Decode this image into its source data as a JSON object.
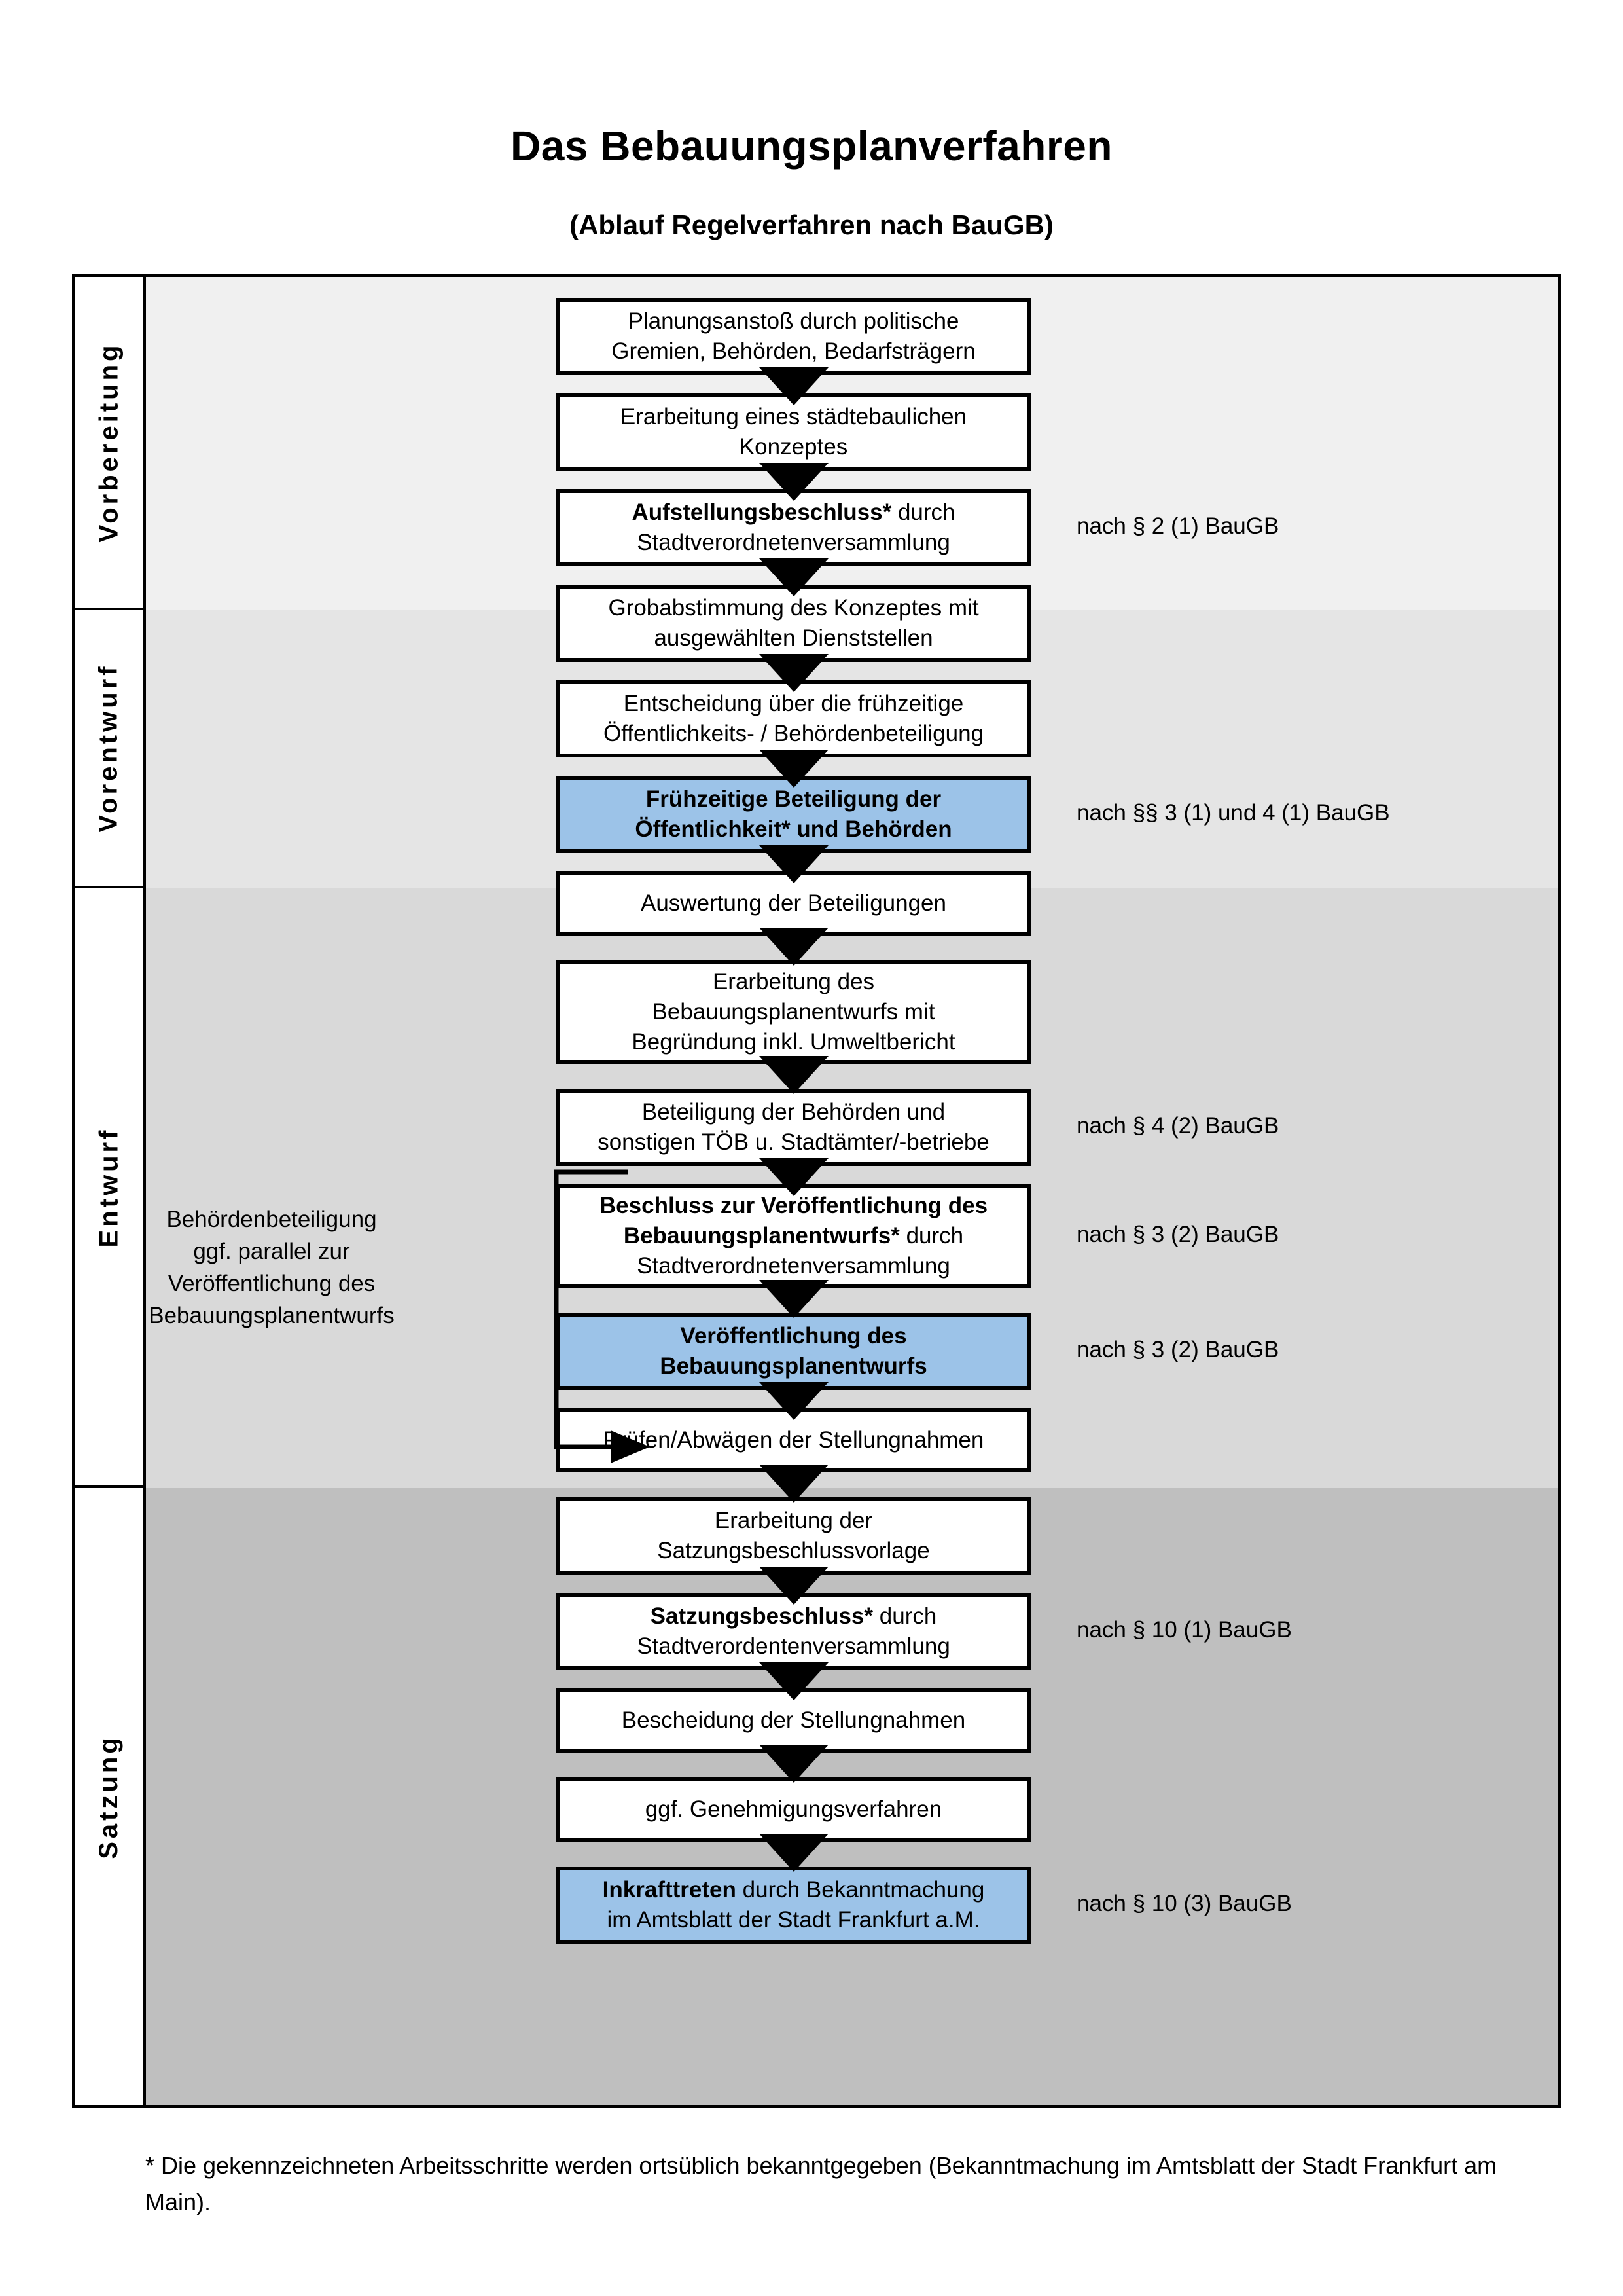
{
  "header": {
    "title": "Das Bebauungsplanverfahren",
    "subtitle": "(Ablauf Regelverfahren nach BauGB)"
  },
  "phases": [
    {
      "id": "vorbereitung",
      "label": "Vorbereitung",
      "background": "#F0F0F0"
    },
    {
      "id": "vorentwurf",
      "label": "Vorentwurf",
      "background": "#E5E5E5"
    },
    {
      "id": "entwurf",
      "label": "Entwurf",
      "background": "#D9D9D9"
    },
    {
      "id": "satzung",
      "label": "Satzung",
      "background": "#BFBFBF"
    }
  ],
  "steps": [
    {
      "id": "step-1",
      "phase": "vorbereitung",
      "highlight": false,
      "lines": [
        {
          "text": "Planungsanstoß durch politische",
          "bold": false
        },
        {
          "text": "Gremien, Behörden, Bedarfsträgern",
          "bold": false
        }
      ]
    },
    {
      "id": "step-2",
      "phase": "vorbereitung",
      "highlight": false,
      "lines": [
        {
          "text": "Erarbeitung eines städtebaulichen",
          "bold": false
        },
        {
          "text": "Konzeptes",
          "bold": false
        }
      ]
    },
    {
      "id": "step-3",
      "phase": "vorbereitung",
      "highlight": false,
      "lines": [
        {
          "text": "Aufstellungsbeschluss* durch",
          "bold": true,
          "mixed": "Aufstellungsbeschluss*| durch"
        },
        {
          "text": "Stadtverordnetenversammlung",
          "bold": false
        }
      ]
    },
    {
      "id": "step-4",
      "phase": "vorentwurf",
      "highlight": false,
      "lines": [
        {
          "text": "Grobabstimmung des Konzeptes mit",
          "bold": false
        },
        {
          "text": "ausgewählten Dienststellen",
          "bold": false
        }
      ]
    },
    {
      "id": "step-5",
      "phase": "vorentwurf",
      "highlight": false,
      "lines": [
        {
          "text": "Entscheidung über die frühzeitige",
          "bold": false
        },
        {
          "text": "Öffentlichkeits- / Behördenbeteiligung",
          "bold": false
        }
      ]
    },
    {
      "id": "step-6",
      "phase": "vorentwurf",
      "highlight": true,
      "lines": [
        {
          "text": "Frühzeitige Beteiligung der",
          "bold": true
        },
        {
          "text": "Öffentlichkeit* und Behörden",
          "bold": true
        }
      ]
    },
    {
      "id": "step-7",
      "phase": "entwurf",
      "highlight": false,
      "lines": [
        {
          "text": "Auswertung der Beteiligungen",
          "bold": false
        }
      ]
    },
    {
      "id": "step-8",
      "phase": "entwurf",
      "highlight": false,
      "lines": [
        {
          "text": "Erarbeitung des",
          "bold": false
        },
        {
          "text": "Bebauungsplanentwurfs mit",
          "bold": false
        },
        {
          "text": "Begründung inkl. Umweltbericht",
          "bold": false
        }
      ]
    },
    {
      "id": "step-9",
      "phase": "entwurf",
      "highlight": false,
      "lines": [
        {
          "text": "Beteiligung der Behörden und",
          "bold": false
        },
        {
          "text": "sonstigen TÖB u. Stadtämter/-betriebe",
          "bold": false
        }
      ]
    },
    {
      "id": "step-10",
      "phase": "entwurf",
      "highlight": false,
      "lines": [
        {
          "text": "Beschluss zur Veröffentlichung des",
          "bold": true
        },
        {
          "text": "Bebauungsplanentwurfs* durch",
          "bold": true
        },
        {
          "text": "Stadtverordnetenversammlung",
          "bold": false
        }
      ]
    },
    {
      "id": "step-11",
      "phase": "entwurf",
      "highlight": true,
      "lines": [
        {
          "text": "Veröffentlichung des",
          "bold": true
        },
        {
          "text": "Bebauungsplanentwurfs",
          "bold": true
        }
      ]
    },
    {
      "id": "step-12",
      "phase": "satzung",
      "highlight": false,
      "lines": [
        {
          "text": "Prüfen/Abwägen der Stellungnahmen",
          "bold": false
        }
      ]
    },
    {
      "id": "step-13",
      "phase": "satzung",
      "highlight": false,
      "lines": [
        {
          "text": "Erarbeitung der",
          "bold": false
        },
        {
          "text": "Satzungsbeschlussvorlage",
          "bold": false
        }
      ]
    },
    {
      "id": "step-14",
      "phase": "satzung",
      "highlight": false,
      "lines": [
        {
          "text": "Satzungsbeschluss* durch",
          "bold": true
        },
        {
          "text": "Stadtverordentenversammlung",
          "bold": false
        }
      ]
    },
    {
      "id": "step-15",
      "phase": "satzung",
      "highlight": false,
      "lines": [
        {
          "text": "Bescheidung der Stellungnahmen",
          "bold": false
        }
      ]
    },
    {
      "id": "step-16",
      "phase": "satzung",
      "highlight": false,
      "lines": [
        {
          "text": "ggf. Genehmigungsverfahren",
          "bold": false
        }
      ]
    },
    {
      "id": "step-17",
      "phase": "satzung",
      "highlight": true,
      "lines": [
        {
          "text": "Inkrafttreten durch Bekanntmachung",
          "bold": true
        },
        {
          "text": "im Amtsblatt der Stadt Frankfurt a.M.",
          "bold": false
        }
      ]
    }
  ],
  "legal_refs": [
    {
      "id": "ref-1",
      "text": "nach § 2 (1) BauGB",
      "for_step": "step-3"
    },
    {
      "id": "ref-2",
      "text": "nach §§ 3 (1) und 4 (1) BauGB",
      "for_step": "step-6"
    },
    {
      "id": "ref-3",
      "text": "nach § 4 (2) BauGB",
      "for_step": "step-9"
    },
    {
      "id": "ref-4",
      "text": "nach § 3 (2) BauGB",
      "for_step": "step-10"
    },
    {
      "id": "ref-5",
      "text": "nach § 3 (2) BauGB",
      "for_step": "step-11"
    },
    {
      "id": "ref-6",
      "text": "nach § 10 (1) BauGB",
      "for_step": "step-14"
    },
    {
      "id": "ref-7",
      "text": "nach § 10 (3) BauGB",
      "for_step": "step-17"
    }
  ],
  "sidenote": {
    "lines": [
      "Behördenbeteiligung",
      "ggf. parallel zur",
      "Veröffentlichung des",
      "Bebauungsplanentwurfs"
    ]
  },
  "footnote": {
    "text": "* Die gekennzeichneten Arbeitsschritte werden ortsüblich bekanntgegeben (Bekanntmachung im Amtsblatt  der Stadt Frankfurt am Main)."
  },
  "colors": {
    "highlight_fill": "#9CC3E8",
    "border": "#000000",
    "page_background": "#FFFFFF"
  }
}
